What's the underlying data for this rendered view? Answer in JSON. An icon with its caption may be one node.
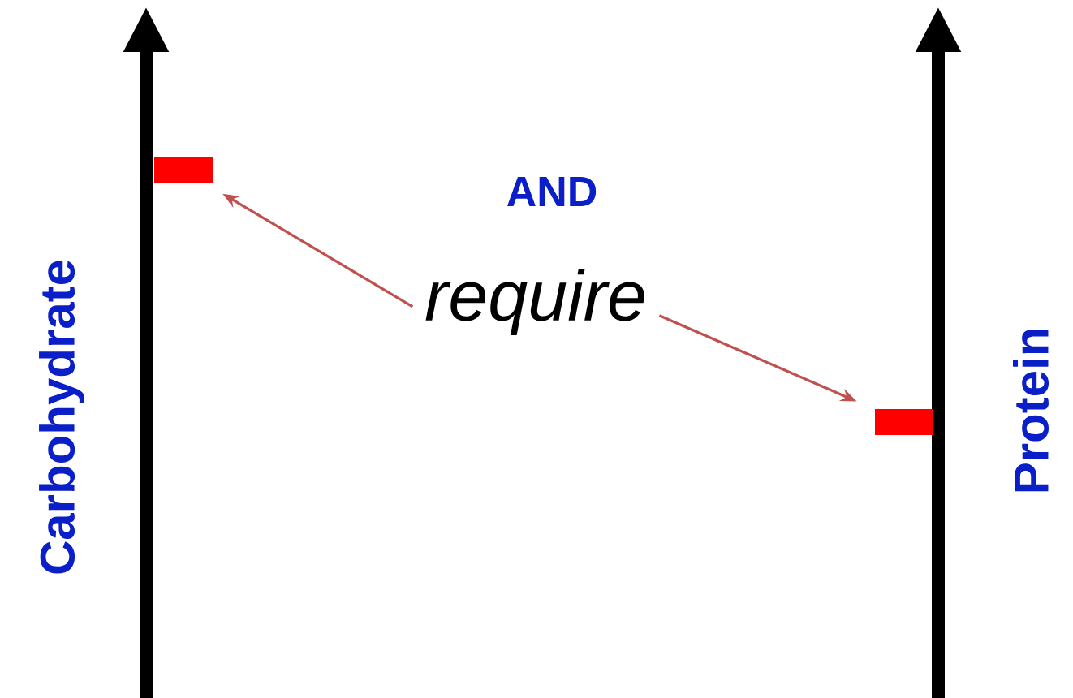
{
  "diagram": {
    "nodes": [
      {
        "text": [],
        "shape": "bar"
      },
      {
        "text": [
          "require"
        ]
      },
      {
        "text": [],
        "shape": "bar"
      }
    ],
    "edges": [
      {
        "from": 1,
        "to": 0,
        "arrow": "to",
        "color": "#c0504d"
      },
      {
        "from": 1,
        "to": 2,
        "arrow": "to",
        "color": "#c0504d"
      }
    ],
    "labels": [
      "Carbohydrate",
      "AND",
      "Protein"
    ]
  }
}
